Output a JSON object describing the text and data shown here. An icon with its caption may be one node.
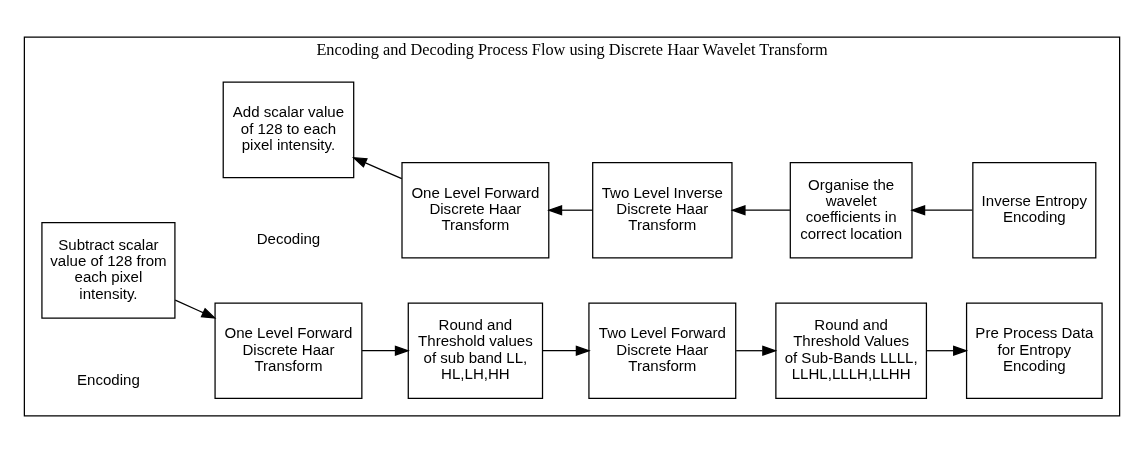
{
  "diagram": {
    "nodes": [
      {
        "text": [
          "Encoding and Decoding Process Flow using Discrete Haar Wavelet Transform"
        ]
      },
      {
        "text": [
          "Subtract scalar value of 128 from each pixel intensity."
        ],
        "in": 0
      },
      {
        "text": [
          "One Level Forward Discrete Haar Transform"
        ],
        "in": 0
      },
      {
        "text": [
          "Round and Threshold values of sub band LL, HL,LH,HH"
        ],
        "in": 0
      },
      {
        "text": [
          "Two Level Forward Discrete Haar Transform"
        ],
        "in": 0
      },
      {
        "text": [
          "Round and Threshold Values of Sub-Bands LLLL, LLHL,LLLH,LLHH"
        ],
        "in": 0
      },
      {
        "text": [
          "Pre Process Data for Entropy Encoding"
        ],
        "in": 0
      },
      {
        "text": [
          "Add scalar value of 128 to each pixel intensity."
        ],
        "in": 0
      },
      {
        "text": [
          "One Level Forward Discrete Haar Transform"
        ],
        "in": 0
      },
      {
        "text": [
          "Two Level Inverse Discrete Haar Transform"
        ],
        "in": 0
      },
      {
        "text": [
          "Organise the wavelet coefficients in correct location"
        ],
        "in": 0
      },
      {
        "text": [
          "Inverse Entropy Encoding"
        ],
        "in": 0
      }
    ],
    "edges": [
      {
        "from": 1,
        "to": 2,
        "arrow": "to"
      },
      {
        "from": 2,
        "to": 3,
        "arrow": "to"
      },
      {
        "from": 3,
        "to": 4,
        "arrow": "to"
      },
      {
        "from": 4,
        "to": 5,
        "arrow": "to"
      },
      {
        "from": 5,
        "to": 6,
        "arrow": "to"
      },
      {
        "from": 11,
        "to": 10,
        "arrow": "to"
      },
      {
        "from": 10,
        "to": 9,
        "arrow": "to"
      },
      {
        "from": 9,
        "to": 8,
        "arrow": "to"
      },
      {
        "from": 8,
        "to": 7,
        "arrow": "to"
      }
    ],
    "labels": [
      "Encoding",
      "Decoding"
    ]
  }
}
